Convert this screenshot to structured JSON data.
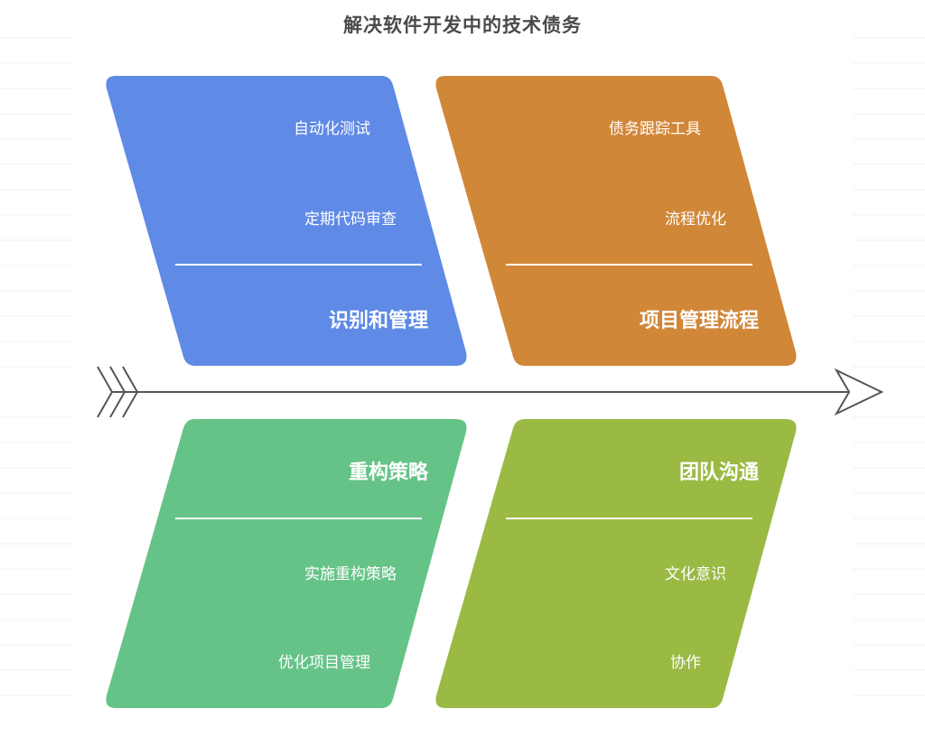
{
  "title": "解决软件开发中的技术债务",
  "colors": {
    "blue": "#5f8ae6",
    "orange": "#d18738",
    "green": "#66c387",
    "olive": "#9aba44",
    "spine": "#555555",
    "text": "#ffffff"
  },
  "quadrants": [
    {
      "heading": "识别和管理",
      "items": [
        "自动化测试",
        "定期代码审查"
      ]
    },
    {
      "heading": "项目管理流程",
      "items": [
        "债务跟踪工具",
        "流程优化"
      ]
    },
    {
      "heading": "重构策略",
      "items": [
        "实施重构策略",
        "优化项目管理"
      ]
    },
    {
      "heading": "团队沟通",
      "items": [
        "文化意识",
        "协作"
      ]
    }
  ]
}
